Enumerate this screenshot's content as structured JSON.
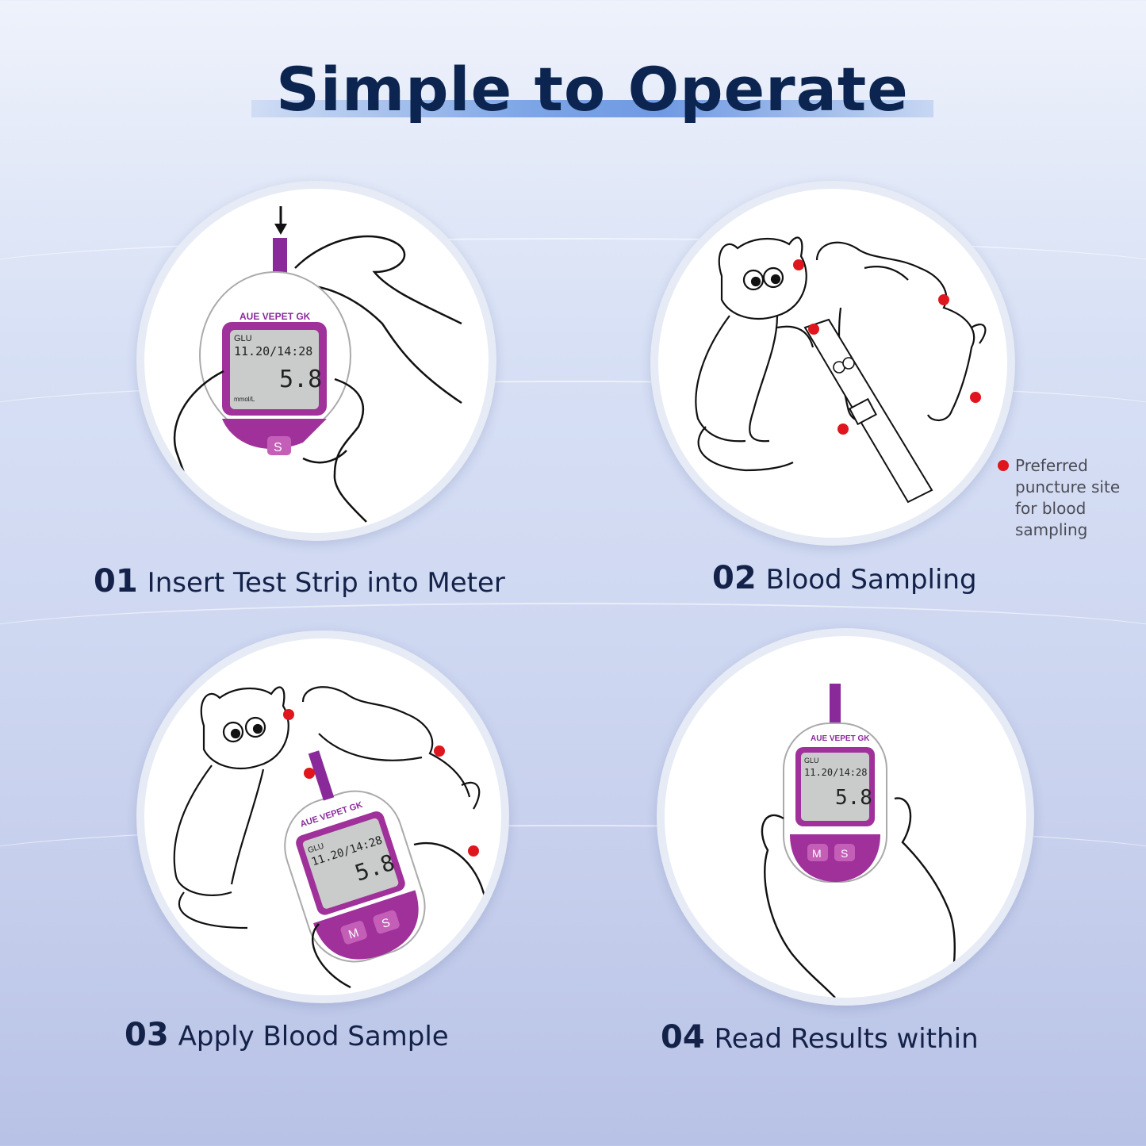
{
  "page": {
    "title": "Simple to Operate"
  },
  "steps": [
    {
      "number": "01",
      "label": "Insert Test Strip into Meter"
    },
    {
      "number": "02",
      "label": "Blood Sampling"
    },
    {
      "number": "03",
      "label": "Apply Blood Sample"
    },
    {
      "number": "04",
      "label": "Read Results within"
    }
  ],
  "legend": {
    "text": "Preferred puncture site for blood sampling",
    "dot_color": "#e0161e"
  },
  "meter": {
    "brand": "AUE VEPET GK",
    "glu_label": "GLU",
    "datetime": "11.20 / 14:28",
    "reading": "5.8",
    "unit": "mmol/L",
    "button_m": "M",
    "button_s": "S",
    "accent_color": "#9b2a93"
  },
  "icons": [
    "down-arrow-icon",
    "puncture-dot-icon"
  ]
}
